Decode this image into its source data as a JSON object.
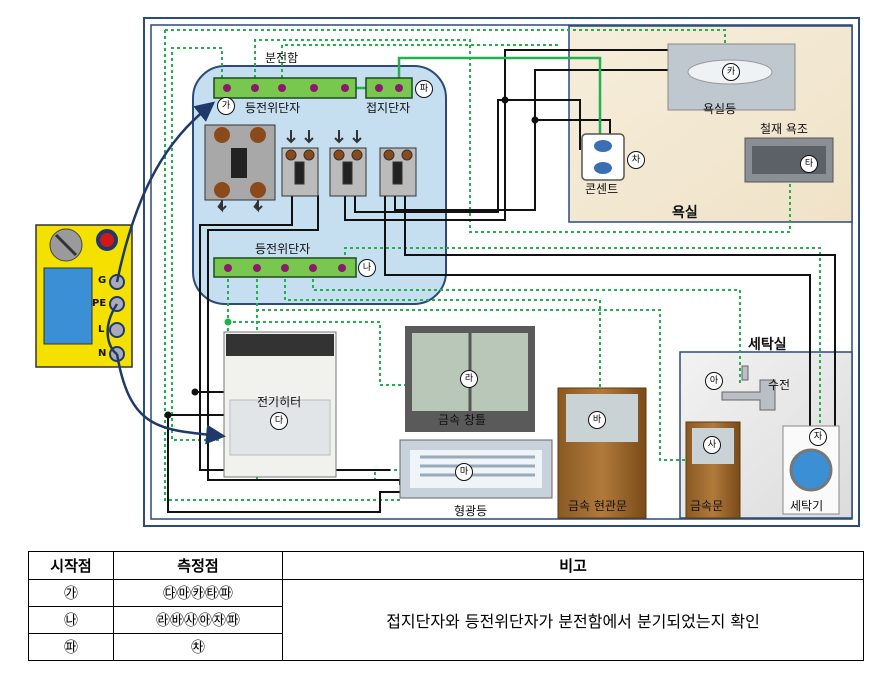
{
  "labels": {
    "panel": "분전함",
    "equip_bus_top": "등전위단자",
    "ground_bus": "접지단자",
    "equip_bus_bottom": "등전위단자",
    "bath_light": "욕실등",
    "bathtub": "철재 욕조",
    "outlet": "콘센트",
    "bathroom": "욕실",
    "laundry": "세탁실",
    "faucet": "수전",
    "heater": "전기히터",
    "window": "금속 창틀",
    "entry_door": "금속 현관문",
    "metal_door": "금속문",
    "washer": "세탁기",
    "fluor": "형광등"
  },
  "markers": {
    "ga": "가",
    "na": "나",
    "da": "다",
    "ra": "라",
    "ma": "마",
    "ba": "바",
    "sa": "사",
    "a": "아",
    "ja": "자",
    "cha": "차",
    "ka": "카",
    "ta": "타",
    "pa": "파"
  },
  "meter": {
    "terminals": [
      "G",
      "PE",
      "L",
      "N"
    ]
  },
  "table": {
    "headers": [
      "시작점",
      "측정점",
      "비고"
    ],
    "rows": [
      {
        "start": "㉮",
        "points": "㉰㉲㉸㉹㉺"
      },
      {
        "start": "㉯",
        "points": "㉱㉳㉴㉵㉶㉺"
      },
      {
        "start": "㉺",
        "points": "㉷"
      }
    ],
    "note": "접지단자와 등전위단자가 분전함에서 분기되었는지 확인"
  },
  "colors": {
    "frame": "#2c4a7a",
    "panel_fill": "#c5def0",
    "bathroom_fill": "#f4ead6",
    "bus_fill": "#78c850",
    "dot": "#8c1a6a",
    "ground_wire": "#22b14c",
    "dotted_wire": "#22b14c",
    "black_wire": "#111111",
    "probe_wire": "#1f3a6a",
    "meter_fill": "#f5e100"
  }
}
